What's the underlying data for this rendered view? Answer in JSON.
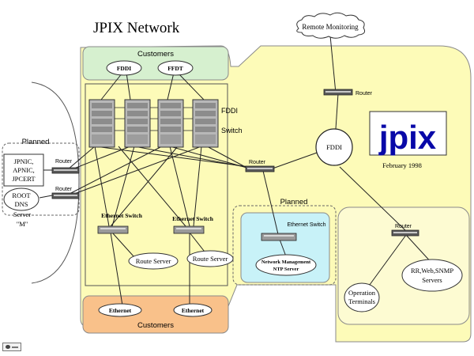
{
  "title": "JPIX Network",
  "brand": {
    "logo_text": "jpix",
    "date": "February 1998"
  },
  "remote_monitoring": "Remote Monitoring",
  "customers_top": {
    "label": "Customers",
    "nodes": [
      "FDDI",
      "FFDT"
    ]
  },
  "customers_bottom": {
    "label": "Customers",
    "nodes": [
      "Ethernet",
      "Ethernet"
    ]
  },
  "fddi_switch": {
    "label_line1": "FDDI",
    "label_line2": "Switch"
  },
  "fddi_ring": "FDDI",
  "routers": {
    "top": "Router",
    "center": "Router",
    "right": "Router",
    "left_upper": "Router",
    "left_lower": "Router"
  },
  "planned_left": {
    "label": "Planned",
    "jpnic": [
      "JPNIC,",
      "APNIC,",
      "JPCERT"
    ],
    "root_dns": [
      "ROOT",
      "DNS",
      "Server",
      "\"M\""
    ]
  },
  "ethernet_switches": [
    "Ethernet Switch",
    "Ethernet Switch"
  ],
  "route_servers": [
    "Route Server",
    "Route Server"
  ],
  "planned_center": {
    "label": "Planned",
    "switch_label": "Ethernet Switch",
    "server_line1": "Network Management",
    "server_line2": "NTP Server"
  },
  "ops_area": {
    "operation_terminals": [
      "Operation",
      "Terminals"
    ],
    "servers": [
      "RR,Web,SNMP",
      "Servers"
    ]
  },
  "colors": {
    "main_area": "#fdfbb8",
    "customers_top": "#d6f0cf",
    "customers_bottom": "#f9c18a",
    "planned_center_inner": "#c8f2f8",
    "ops_area": "#fdfbd2",
    "logo_text": "#0808a8",
    "logo_bg": "#ffffff"
  }
}
